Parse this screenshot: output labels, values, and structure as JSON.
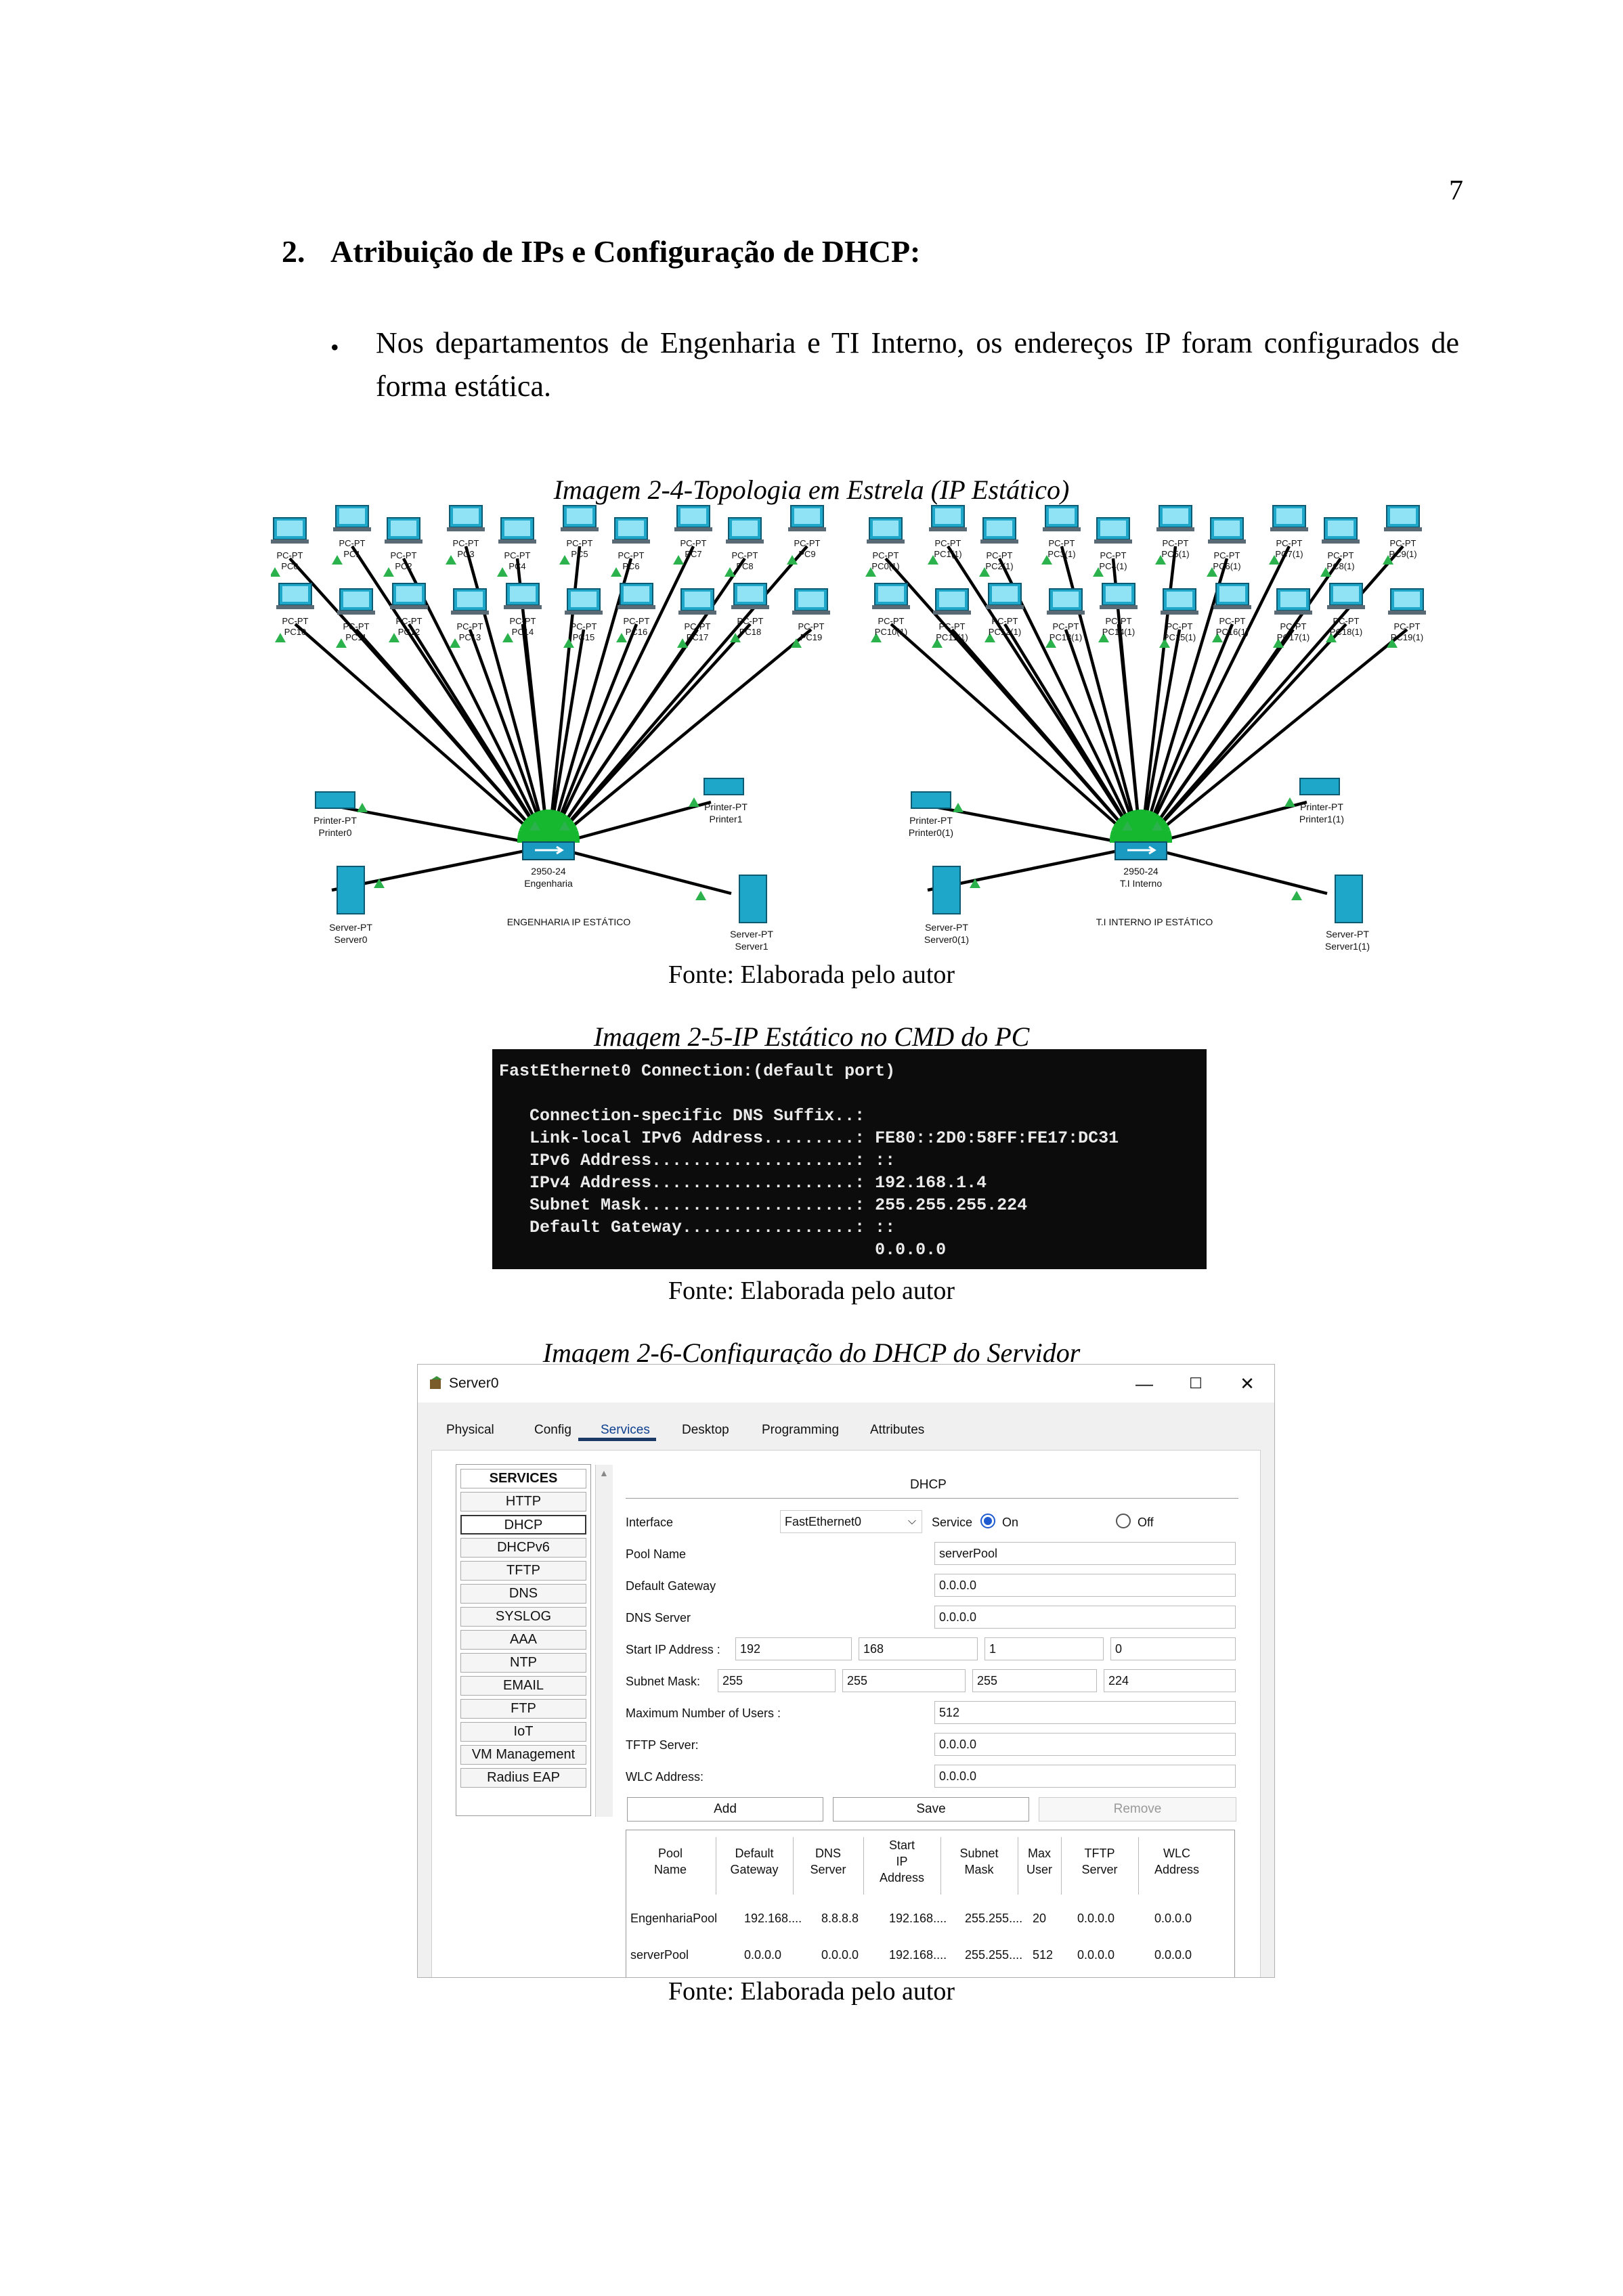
{
  "page_number": "7",
  "heading": {
    "number": "2.",
    "text": "Atribuição de IPs e Configuração de DHCP:"
  },
  "bullet_text": "Nos departamentos de Engenharia e TI Interno, os endereços IP foram configurados de forma estática.",
  "figure1": {
    "caption": "Imagem 2-4-Topologia em Estrela (IP Estático)",
    "source": "Fonte: Elaborada pelo autor",
    "left": {
      "pcs": [
        "PC0",
        "PC1",
        "PC2",
        "PC3",
        "PC4",
        "PC5",
        "PC6",
        "PC7",
        "PC8",
        "PC9",
        "PC10",
        "PC11",
        "PC12",
        "PC13",
        "PC14",
        "PC15",
        "PC16",
        "PC17",
        "PC18",
        "PC19"
      ],
      "device_type": "PC-PT",
      "printer": {
        "type": "Printer-PT",
        "name": "Printer0"
      },
      "printer2": {
        "type": "Printer-PT",
        "name": "Printer1"
      },
      "switch": {
        "type": "2950-24",
        "name": "Engenharia"
      },
      "server": {
        "type": "Server-PT",
        "name": "Server0"
      },
      "server2": {
        "type": "Server-PT",
        "name": "Server1"
      },
      "label": "ENGENHARIA IP ESTÁTICO"
    },
    "right": {
      "pcs": [
        "PC0(1)",
        "PC1(1)",
        "PC2(1)",
        "PC3(1)",
        "PC4(1)",
        "PC5(1)",
        "PC6(1)",
        "PC7(1)",
        "PC8(1)",
        "PC9(1)",
        "PC10(1)",
        "PC11(1)",
        "PC12(1)",
        "PC13(1)",
        "PC14(1)",
        "PC15(1)",
        "PC16(1)",
        "PC17(1)",
        "PC18(1)",
        "PC19(1)"
      ],
      "device_type": "PC-PT",
      "printer": {
        "type": "Printer-PT",
        "name": "Printer0(1)"
      },
      "printer2": {
        "type": "Printer-PT",
        "name": "Printer1(1)"
      },
      "switch": {
        "type": "2950-24",
        "name": "T.I Interno"
      },
      "server": {
        "type": "Server-PT",
        "name": "Server0(1)"
      },
      "server2": {
        "type": "Server-PT",
        "name": "Server1(1)"
      },
      "label": "T.I INTERNO IP ESTÁTICO"
    }
  },
  "figure2": {
    "caption": "Imagem 2-5-IP Estático no CMD do PC",
    "source": "Fonte: Elaborada pelo autor",
    "cmd_lines": [
      "FastEthernet0 Connection:(default port)",
      "",
      "   Connection-specific DNS Suffix..:",
      "   Link-local IPv6 Address.........: FE80::2D0:58FF:FE17:DC31",
      "   IPv6 Address....................: ::",
      "   IPv4 Address....................: 192.168.1.4",
      "   Subnet Mask.....................: 255.255.255.224",
      "   Default Gateway.................: ::",
      "                                     0.0.0.0"
    ]
  },
  "figure3": {
    "caption": "Imagem 2-6-Configuração do DHCP do Servidor",
    "source": "Fonte: Elaborada pelo autor",
    "window": {
      "title": "Server0",
      "controls": {
        "minimize": "—",
        "maximize": "☐",
        "close": "✕"
      },
      "tabs": [
        "Physical",
        "Config",
        "Services",
        "Desktop",
        "Programming",
        "Attributes"
      ],
      "active_tab": "Services",
      "services": [
        "SERVICES",
        "HTTP",
        "DHCP",
        "DHCPv6",
        "TFTP",
        "DNS",
        "SYSLOG",
        "AAA",
        "NTP",
        "EMAIL",
        "FTP",
        "IoT",
        "VM Management",
        "Radius EAP"
      ],
      "selected_service": "DHCP",
      "panel_title": "DHCP",
      "interface_label": "Interface",
      "interface_value": "FastEthernet0",
      "service_label": "Service",
      "on_label": "On",
      "off_label": "Off",
      "pool_name_label": "Pool Name",
      "pool_name": "serverPool",
      "default_gateway_label": "Default Gateway",
      "default_gateway": "0.0.0.0",
      "dns_server_label": "DNS Server",
      "dns_server": "0.0.0.0",
      "start_ip_label": "Start IP Address :",
      "start_ip": [
        "192",
        "168",
        "1",
        "0"
      ],
      "subnet_mask_label": "Subnet Mask:",
      "subnet_mask": [
        "255",
        "255",
        "255",
        "224"
      ],
      "max_users_label": "Maximum Number of Users :",
      "max_users": "512",
      "tftp_label": "TFTP Server:",
      "tftp": "0.0.0.0",
      "wlc_label": "WLC Address:",
      "wlc": "0.0.0.0",
      "buttons": {
        "add": "Add",
        "save": "Save",
        "remove": "Remove"
      },
      "table": {
        "headers": [
          [
            "Pool",
            "Name"
          ],
          [
            "Default",
            "Gateway"
          ],
          [
            "DNS",
            "Server"
          ],
          [
            "Start",
            "IP",
            "Address"
          ],
          [
            "Subnet",
            "Mask"
          ],
          [
            "Max",
            "User"
          ],
          [
            "TFTP",
            "Server"
          ],
          [
            "WLC",
            "Address"
          ]
        ],
        "rows": [
          [
            "EngenhariaPool",
            "192.168....",
            "8.8.8.8",
            "192.168....",
            "255.255....",
            "20",
            "0.0.0.0",
            "0.0.0.0"
          ],
          [
            "serverPool",
            "0.0.0.0",
            "0.0.0.0",
            "192.168....",
            "255.255....",
            "512",
            "0.0.0.0",
            "0.0.0.0"
          ]
        ]
      }
    }
  }
}
